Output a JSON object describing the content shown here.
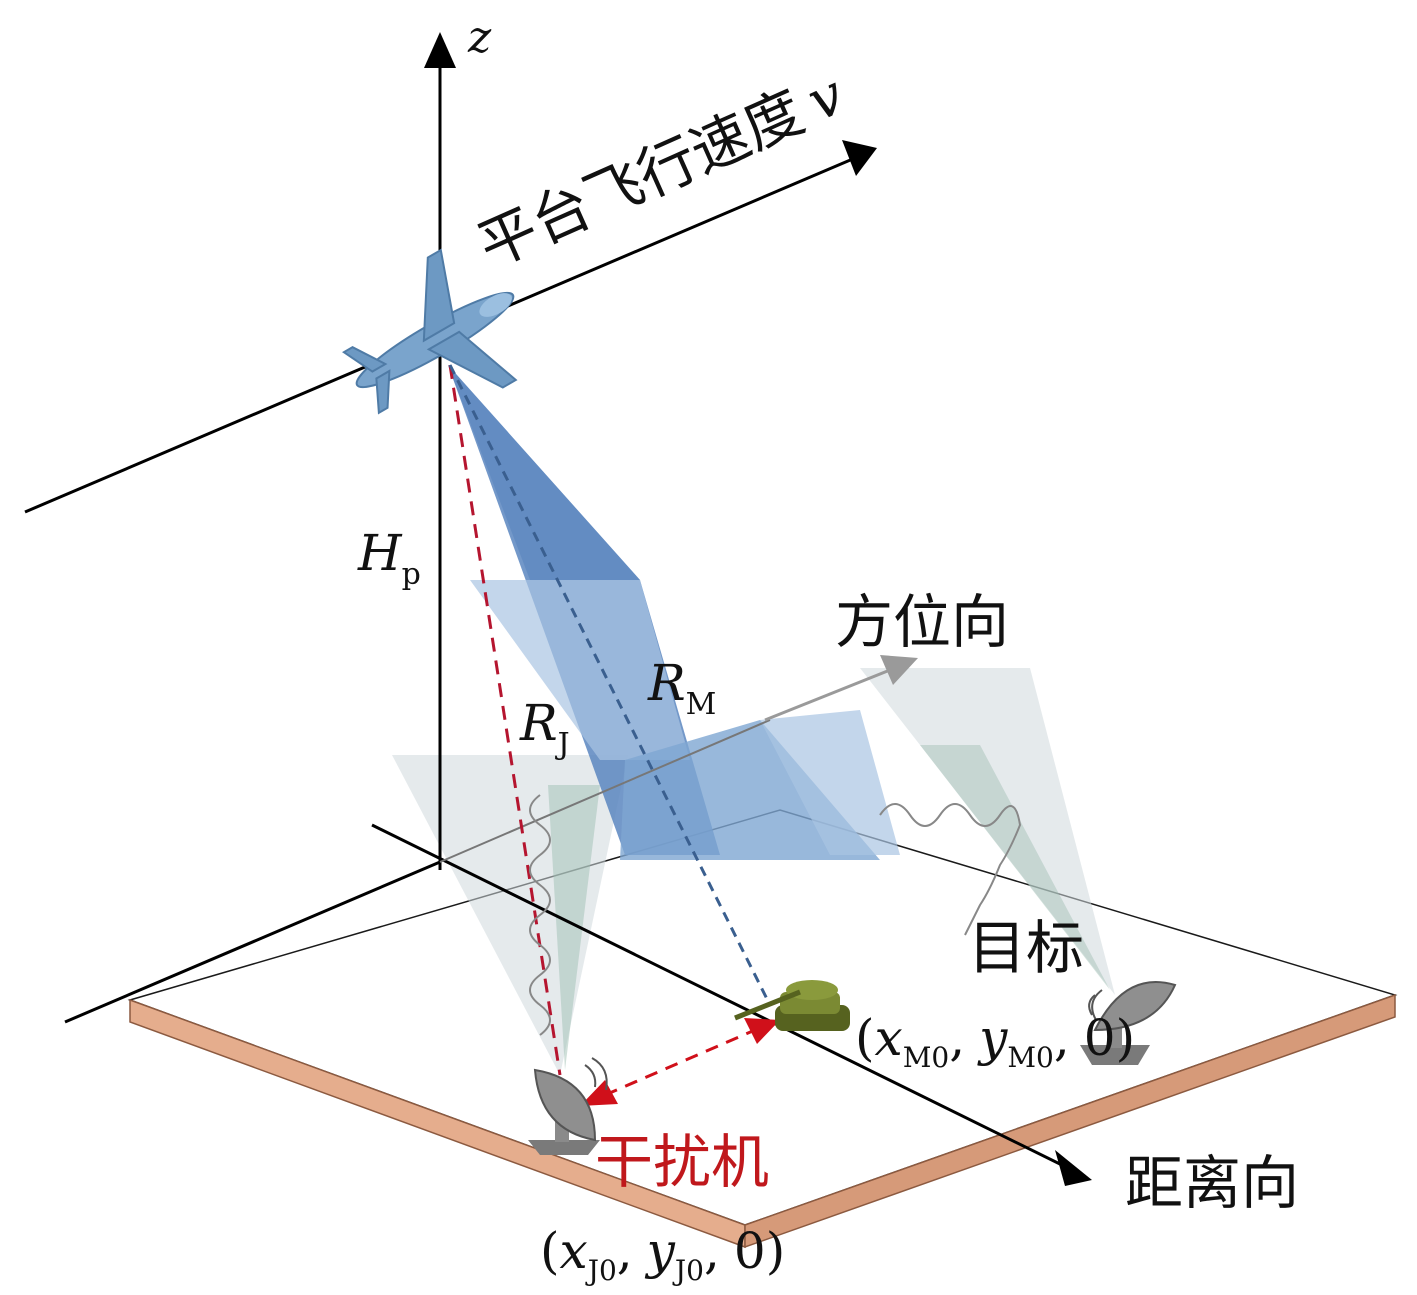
{
  "labels": {
    "z_axis": "z",
    "velocity": "平台飞行速度",
    "velocity_symbol": "v",
    "height_main": "H",
    "height_sub": "p",
    "azimuth": "方位向",
    "range": "距离向",
    "rm_main": "R",
    "rm_sub": "M",
    "rj_main": "R",
    "rj_sub": "J",
    "target": "目标",
    "jammer": "干扰机",
    "target_coord": {
      "open": "(",
      "x": "x",
      "x_sub": "M0",
      "sep1": ",",
      "y": "y",
      "y_sub": "M0",
      "sep2": ",",
      "zero": "0",
      "close": ")"
    },
    "jammer_coord": {
      "open": "(",
      "x": "x",
      "x_sub": "J0",
      "sep1": ",",
      "y": "y",
      "y_sub": "J0",
      "sep2": ",",
      "zero": "0",
      "close": ")"
    }
  },
  "colors": {
    "axis": "#000000",
    "jammer_label": "#c0181c",
    "jammer_line": "#b5152f",
    "target_line": "#3a5f8f",
    "beam_dark": "#5b86bf",
    "beam_light": "#a9c4e2",
    "ground_edge": "#d49a7a",
    "aircraft": "#7aa4cc",
    "tank": "#6b7a2e",
    "arrow_red": "#d0101a",
    "azimuth_arrow": "#9a9a9a"
  },
  "icons": [
    "aircraft-icon",
    "tank-icon",
    "radar-dish-icon",
    "jammer-dish-icon"
  ]
}
